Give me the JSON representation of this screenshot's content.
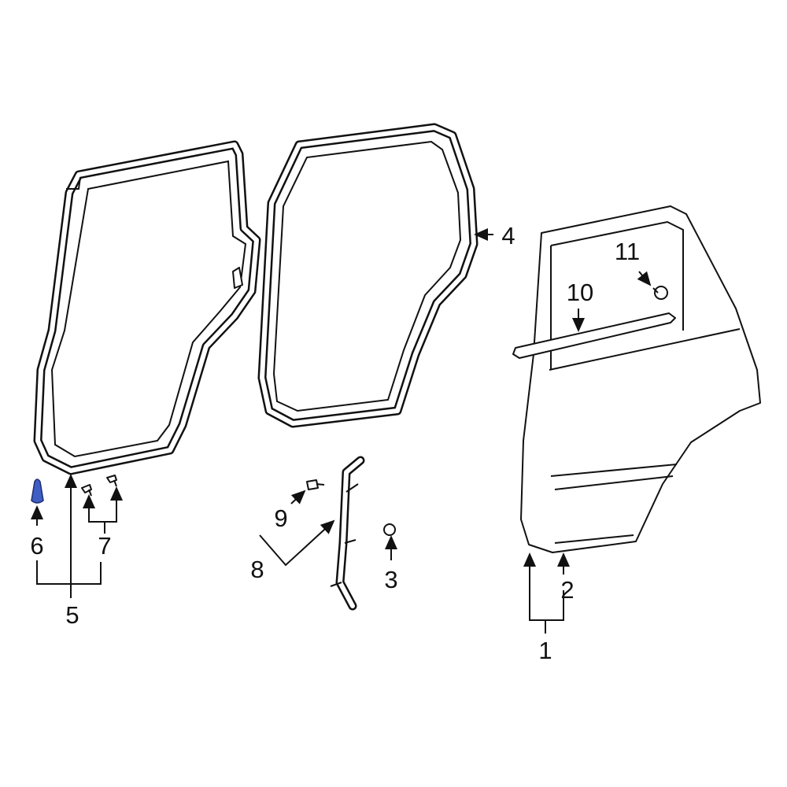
{
  "callouts": {
    "c1": "1",
    "c2": "2",
    "c3": "3",
    "c4": "4",
    "c5": "5",
    "c6": "6",
    "c7": "7",
    "c8": "8",
    "c9": "9",
    "c10": "10",
    "c11": "11"
  },
  "colors": {
    "highlight": "#3f5ec4",
    "line": "#111111",
    "background": "#ffffff"
  }
}
